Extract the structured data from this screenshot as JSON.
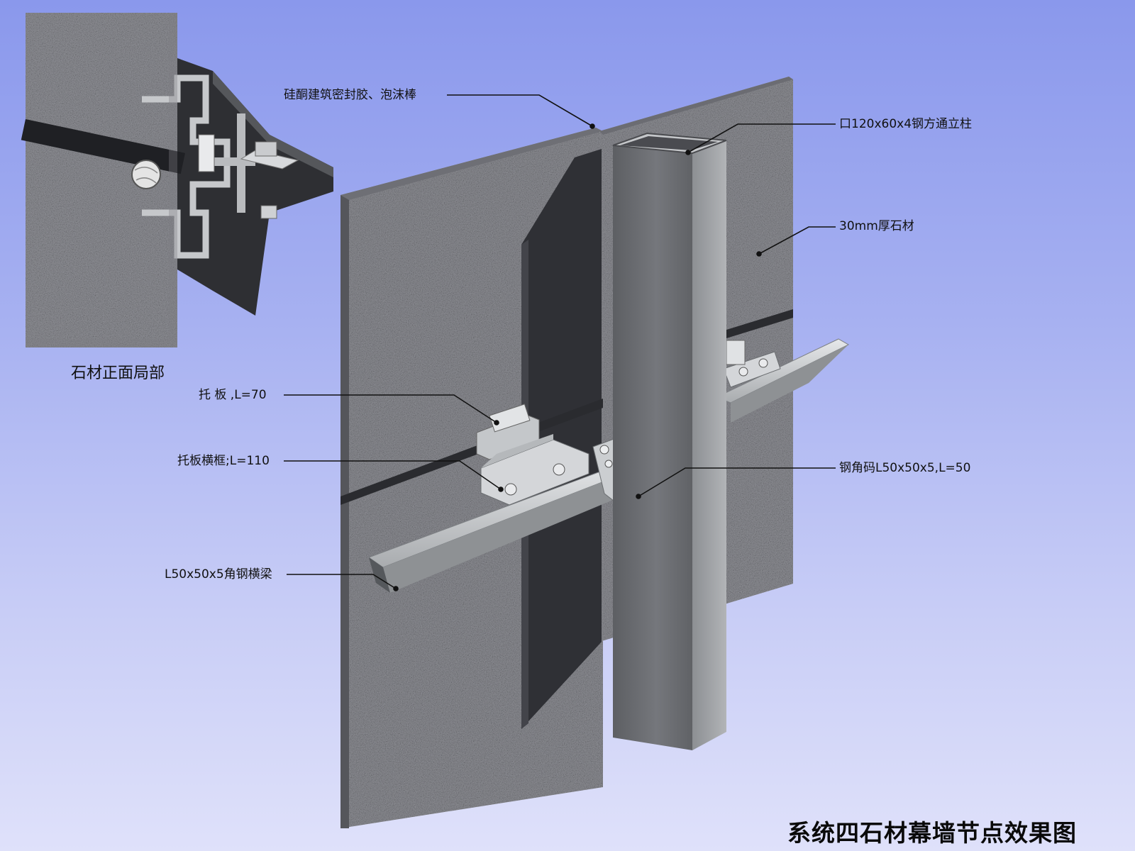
{
  "title": "系统四石材幕墙节点效果图",
  "inset": {
    "caption": "石材正面局部"
  },
  "callouts": {
    "sealant": "硅酮建筑密封胶、泡沫棒",
    "column": "口120x60x4钢方通立柱",
    "stone": "30mm厚石材",
    "bracket": "托 板 ,L=70",
    "bracket_frame": "托板横框;L=110",
    "angle_clip": "钢角码L50x50x5,L=50",
    "beam": "L50x50x5角钢横梁"
  },
  "colors": {
    "background_top": "#8a98ec",
    "background_bottom": "#dfe1fa",
    "stone": "#8d8e94",
    "steel": "#6f7176",
    "aluminium": "#c8cbce"
  }
}
